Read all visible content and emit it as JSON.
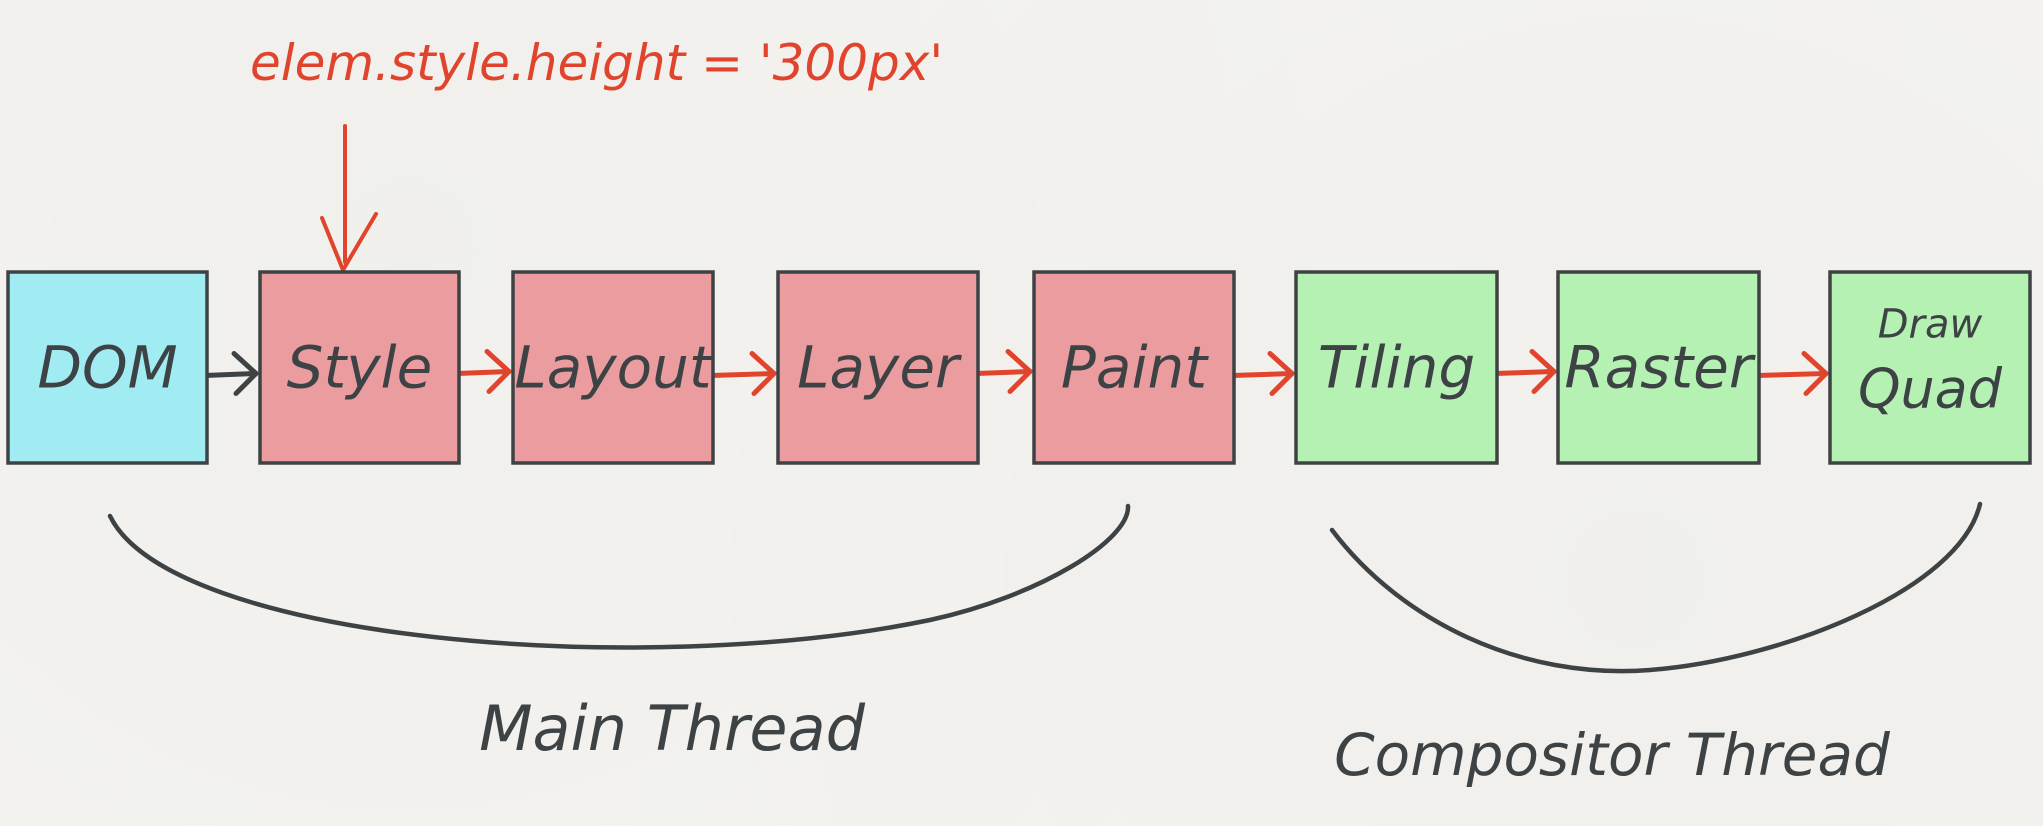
{
  "annotation": {
    "text": "elem.style.height = '300px'",
    "color": "#e0442c"
  },
  "colors": {
    "main_thread_box": "#eb9c9f",
    "dom_box": "#a1ecf3",
    "compositor_box": "#b6f1b4",
    "arrow": "#e0442c",
    "first_arrow": "#3d4245",
    "stroke": "#3d4245",
    "background": "#f4f3ef"
  },
  "nodes": [
    {
      "id": "dom",
      "lines": [
        "DOM"
      ],
      "group": "dom"
    },
    {
      "id": "style",
      "lines": [
        "Style"
      ],
      "group": "main"
    },
    {
      "id": "layout",
      "lines": [
        "Layout"
      ],
      "group": "main"
    },
    {
      "id": "layer",
      "lines": [
        "Layer"
      ],
      "group": "main"
    },
    {
      "id": "paint",
      "lines": [
        "Paint"
      ],
      "group": "main"
    },
    {
      "id": "tiling",
      "lines": [
        "Tiling"
      ],
      "group": "compositor"
    },
    {
      "id": "raster",
      "lines": [
        "Raster"
      ],
      "group": "compositor"
    },
    {
      "id": "draw-quad",
      "lines": [
        "Draw",
        "Quad"
      ],
      "group": "compositor"
    }
  ],
  "edges": [
    {
      "from": "dom",
      "to": "style"
    },
    {
      "from": "style",
      "to": "layout"
    },
    {
      "from": "layout",
      "to": "layer"
    },
    {
      "from": "layer",
      "to": "paint"
    },
    {
      "from": "paint",
      "to": "tiling"
    },
    {
      "from": "tiling",
      "to": "raster"
    },
    {
      "from": "raster",
      "to": "draw-quad"
    }
  ],
  "annotation_target": "style",
  "groups": {
    "main_thread_label": "Main Thread",
    "compositor_thread_label": "Compositor Thread"
  }
}
